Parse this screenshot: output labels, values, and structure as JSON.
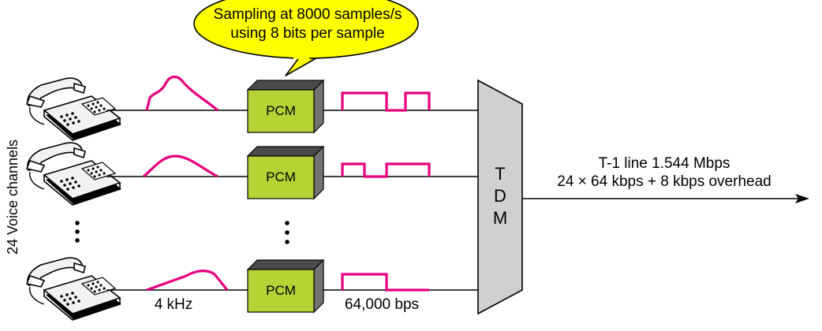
{
  "callout": {
    "line1": "Sampling at 8000 samples/s",
    "line2": "using 8 bits per sample",
    "fill": "#ffff00"
  },
  "side_label": "24 Voice channels",
  "pcm_label": "PCM",
  "analog_label": "4 kHz",
  "digital_label": "64,000 bps",
  "tdm": {
    "letters": [
      "T",
      "D",
      "M"
    ]
  },
  "output": {
    "line1": "T-1 line 1.544 Mbps",
    "line2": "24 × 64 kbps + 8 kbps overhead"
  },
  "colors": {
    "signal": "#e6007e",
    "pcm_front": "#b5d335",
    "pcm_side": "#737373",
    "tdm": "#d0d0d0",
    "callout": "#ffff00"
  },
  "icons": {
    "telephone": "telephone-icon",
    "ellipsis": "vertical-ellipsis-icon"
  }
}
